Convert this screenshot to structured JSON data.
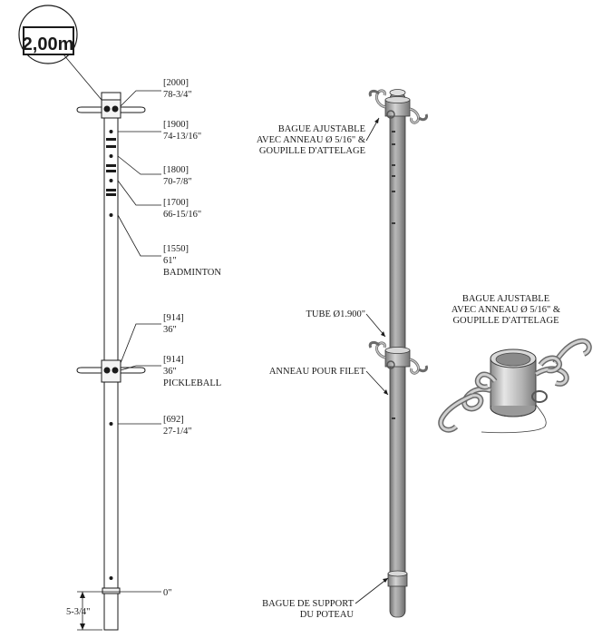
{
  "scale_badge": "2,00m",
  "dimensions": [
    {
      "bracket": "2000",
      "imperial": "78-3/4\"",
      "note": ""
    },
    {
      "bracket": "1900",
      "imperial": "74-13/16\"",
      "note": ""
    },
    {
      "bracket": "1800",
      "imperial": "70-7/8\"",
      "note": ""
    },
    {
      "bracket": "1700",
      "imperial": "66-15/16\"",
      "note": ""
    },
    {
      "bracket": "1550",
      "imperial": "61\"",
      "note": "BADMINTON"
    },
    {
      "bracket": "914",
      "imperial": "36\"",
      "note": ""
    },
    {
      "bracket": "914",
      "imperial": "36\"",
      "note": "PICKLEBALL"
    },
    {
      "bracket": "692",
      "imperial": "27-1/4\"",
      "note": ""
    }
  ],
  "zero_label": "0\"",
  "embed_depth": "5-3/4\"",
  "callouts": {
    "adjustable_collar": [
      "BAGUE AJUSTABLE",
      "AVEC ANNEAU Ø 5/16\" &",
      "GOUPILLE D'ATTELAGE"
    ],
    "tube": "TUBE Ø1.900\"",
    "net_ring": "ANNEAU POUR FILET",
    "support_collar": [
      "BAGUE DE SUPPORT",
      "DU POTEAU"
    ]
  },
  "detail_title": [
    "BAGUE AJUSTABLE",
    "AVEC ANNEAU Ø 5/16\" &",
    "GOUPILLE D'ATTELAGE"
  ],
  "colors": {
    "line": "#1a1a1a",
    "pole_fill": "#9a9a9a",
    "pole_shadow": "#707070",
    "pole_highlight": "#c8c8c8",
    "badge_bg": "#ffffff"
  }
}
